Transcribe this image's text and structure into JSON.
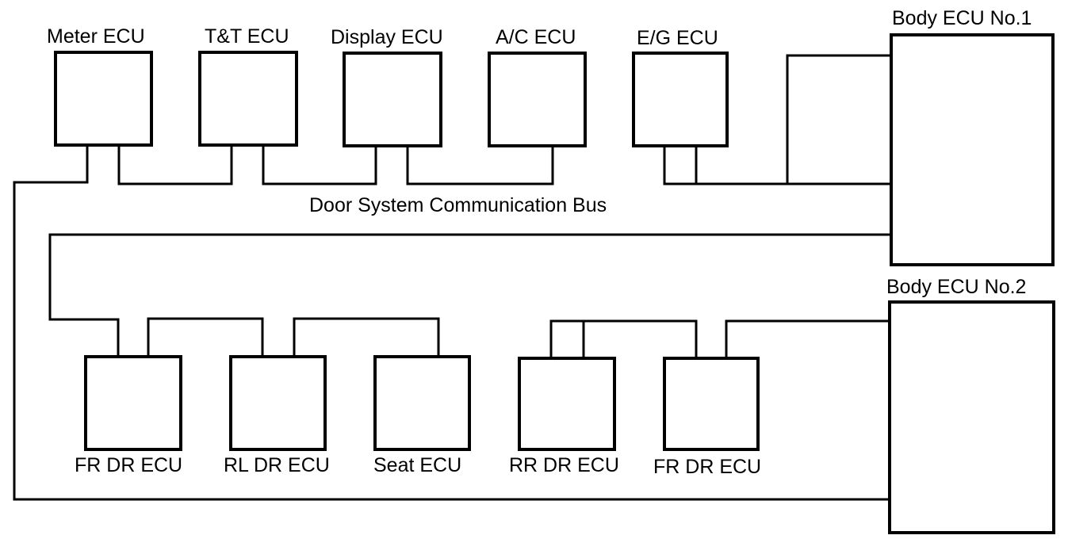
{
  "bus_label": "Door System Communication Bus",
  "top_ecus": [
    {
      "label": "Meter ECU"
    },
    {
      "label": "T&T ECU"
    },
    {
      "label": "Display ECU"
    },
    {
      "label": "A/C ECU"
    },
    {
      "label": "E/G ECU"
    }
  ],
  "bottom_ecus": [
    {
      "label": "FR DR ECU"
    },
    {
      "label": "RL DR ECU"
    },
    {
      "label": "Seat ECU"
    },
    {
      "label": "RR DR ECU"
    },
    {
      "label": "FR DR ECU"
    }
  ],
  "body_ecus": [
    {
      "label": "Body ECU No.1"
    },
    {
      "label": "Body ECU No.2"
    }
  ]
}
